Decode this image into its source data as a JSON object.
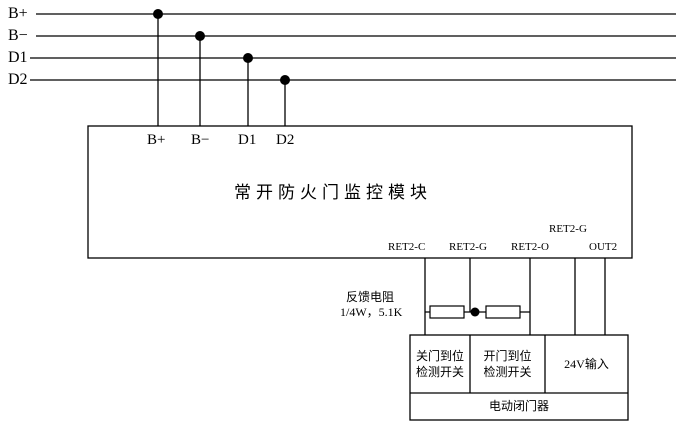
{
  "bus": {
    "labels": [
      "B+",
      "B−",
      "D1",
      "D2"
    ]
  },
  "module": {
    "title": "常开防火门监控模块",
    "top_terminals": [
      "B+",
      "B−",
      "D1",
      "D2"
    ],
    "bottom_terminals": [
      "RET2-C",
      "RET2-G",
      "RET2-O",
      "OUT2"
    ],
    "upper_right_terminal": "RET2-G"
  },
  "feedback_resistor": {
    "label": "反馈电阻",
    "spec": "1/4W，5.1K"
  },
  "door_closer": {
    "close_switch": "关门到位\n检测开关",
    "open_switch": "开门到位\n检测开关",
    "power_input": "24V输入",
    "title": "电动闭门器"
  },
  "colors": {
    "line": "#000000",
    "background": "#ffffff"
  }
}
